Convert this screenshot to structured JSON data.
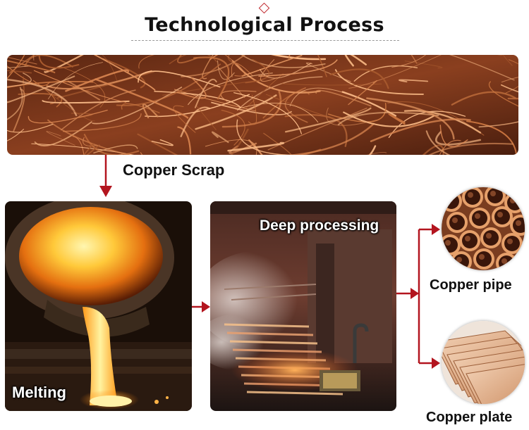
{
  "title": "Technological Process",
  "steps": {
    "scrap": "Copper Scrap",
    "melting": "Melting",
    "deep_processing": "Deep processing"
  },
  "products": {
    "pipe": "Copper pipe",
    "plate": "Copper plate"
  },
  "colors": {
    "arrow": "#b3151f",
    "copper": "#c8743f",
    "title_text": "#111111"
  }
}
